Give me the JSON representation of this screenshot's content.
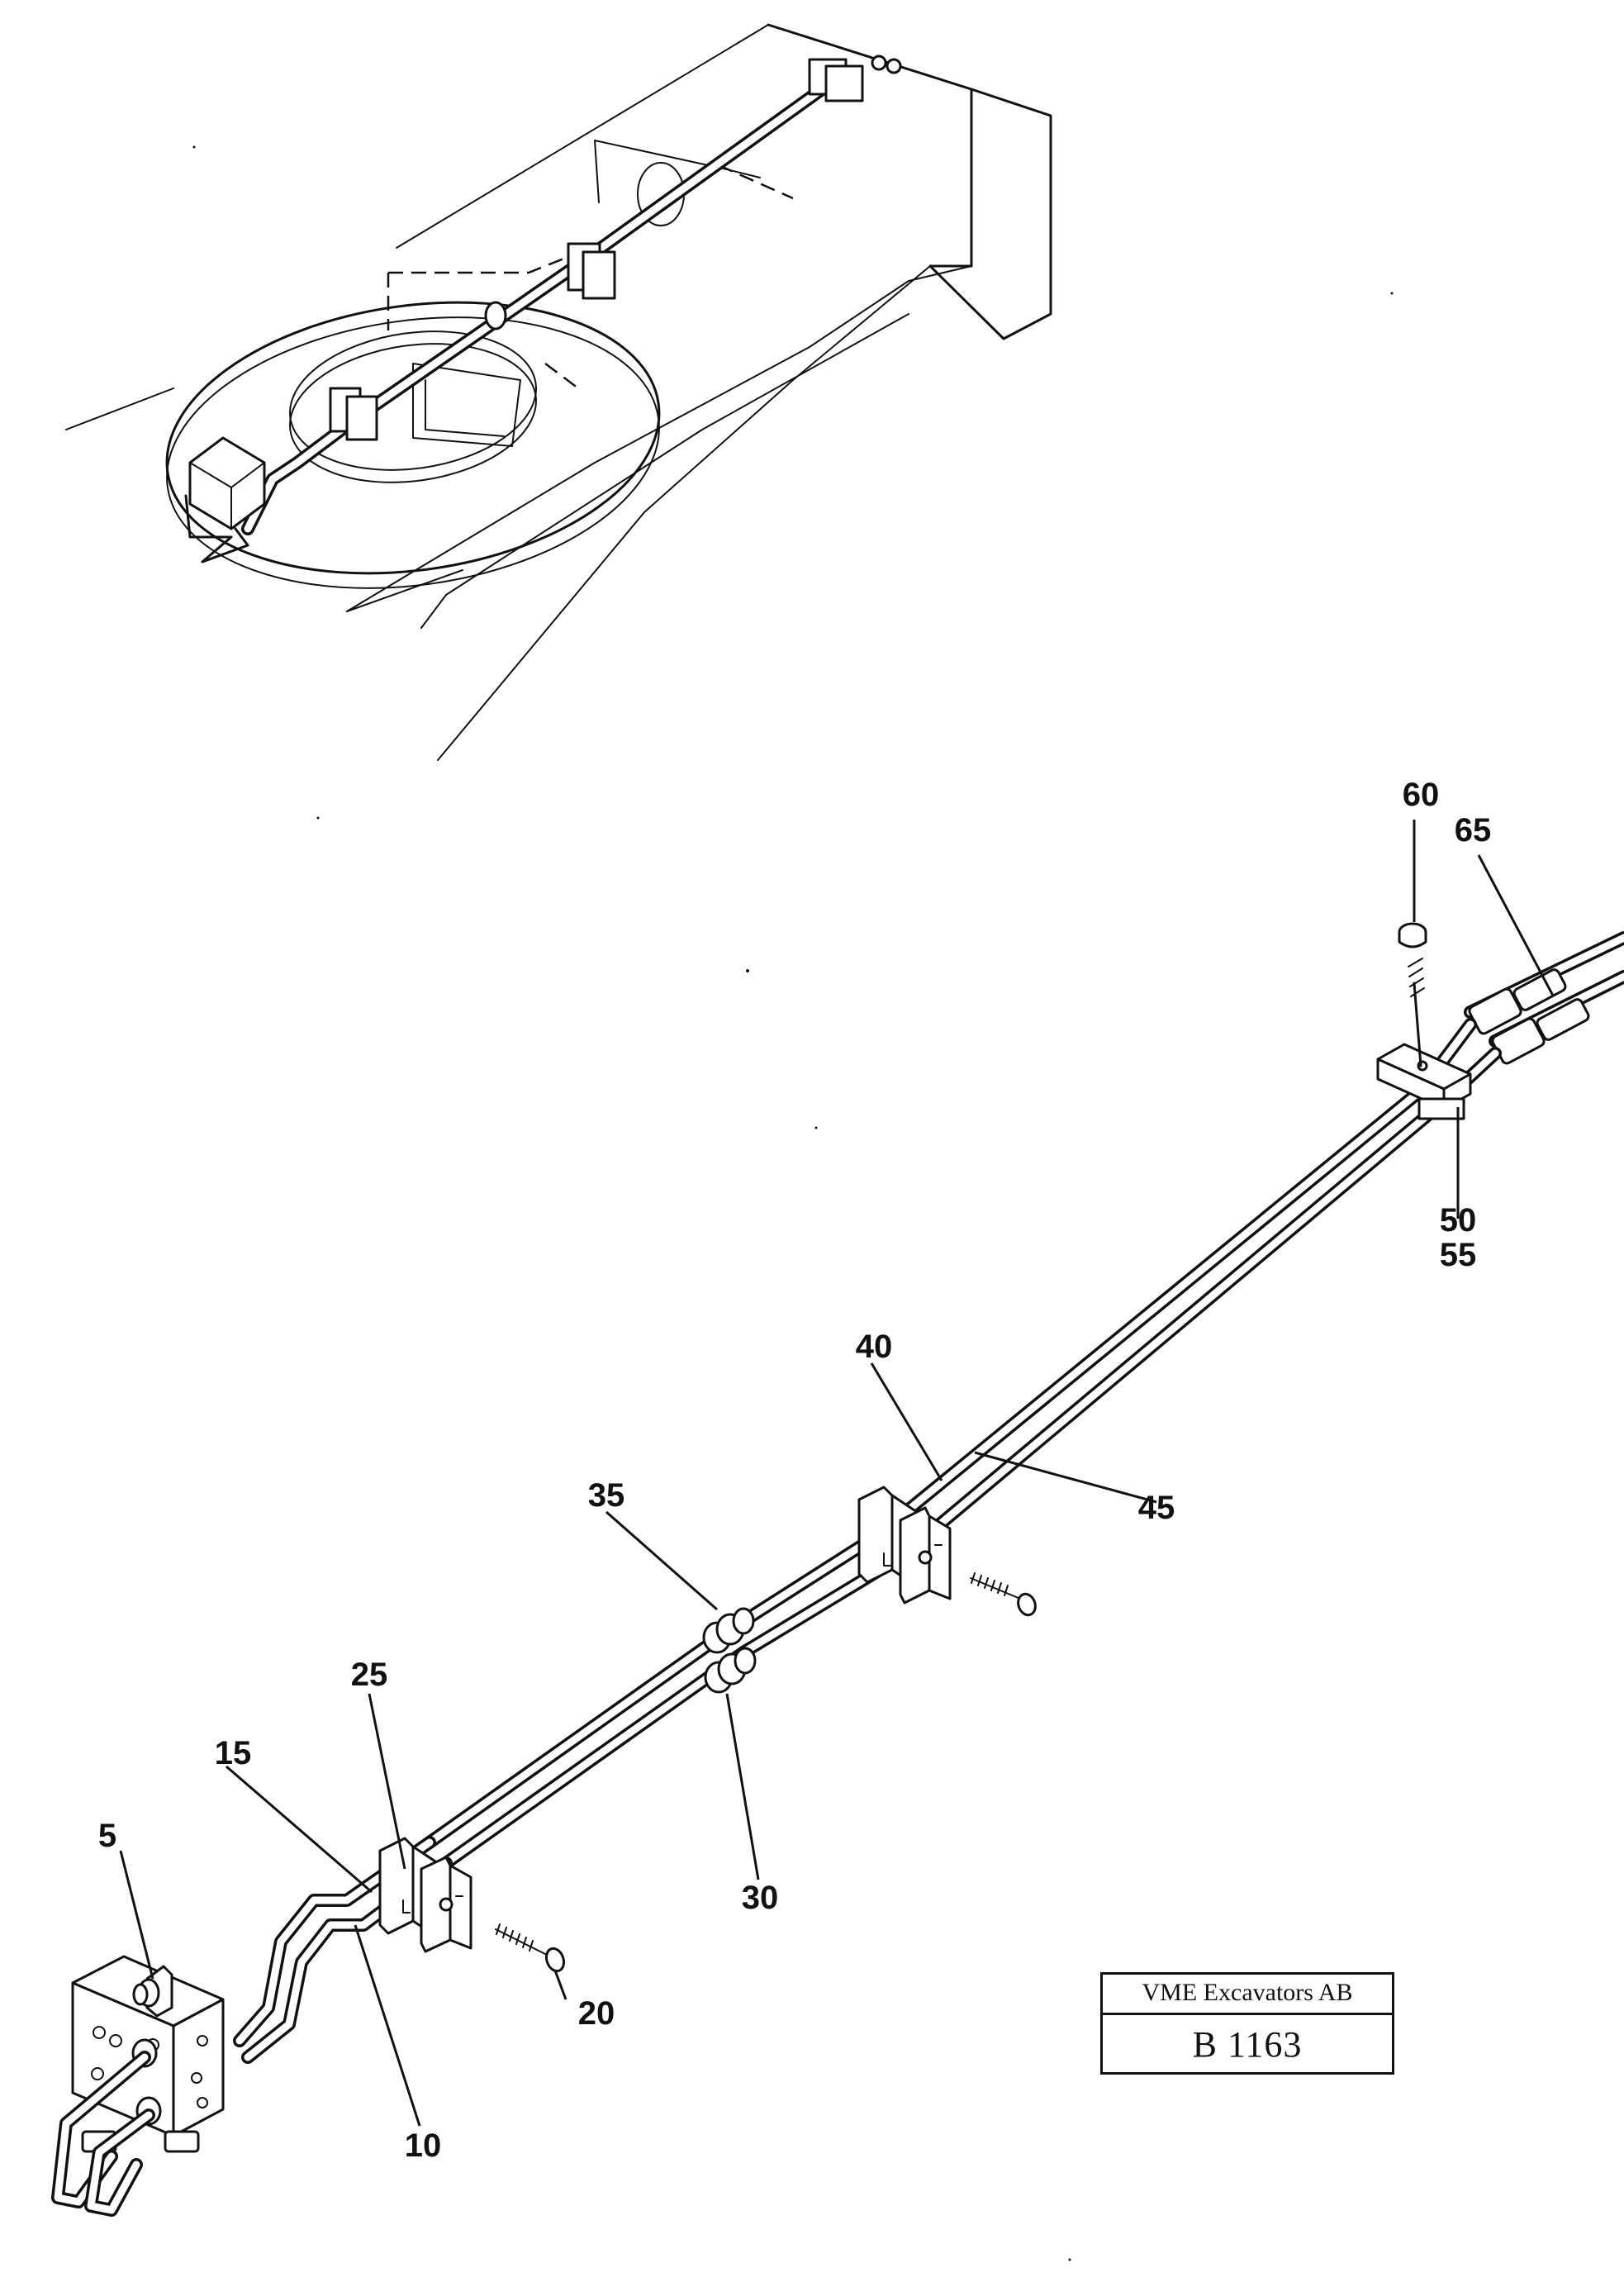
{
  "diagram": {
    "callouts": [
      {
        "id": "c5",
        "label": "5"
      },
      {
        "id": "c10",
        "label": "10"
      },
      {
        "id": "c15",
        "label": "15"
      },
      {
        "id": "c20",
        "label": "20"
      },
      {
        "id": "c25",
        "label": "25"
      },
      {
        "id": "c30",
        "label": "30"
      },
      {
        "id": "c35",
        "label": "35"
      },
      {
        "id": "c40",
        "label": "40"
      },
      {
        "id": "c45",
        "label": "45"
      },
      {
        "id": "c50",
        "label": "50"
      },
      {
        "id": "c55",
        "label": "55"
      },
      {
        "id": "c60",
        "label": "60"
      },
      {
        "id": "c65",
        "label": "65"
      }
    ]
  },
  "title_block": {
    "company": "VME Excavators AB",
    "code": "B 1163"
  }
}
